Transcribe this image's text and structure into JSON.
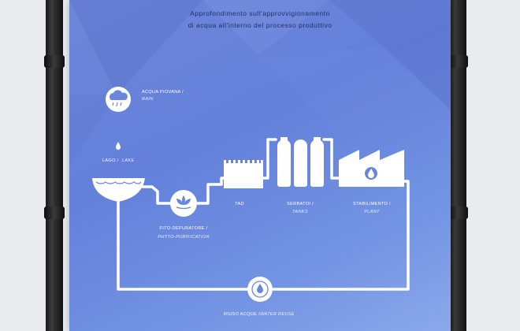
{
  "poster": {
    "subtitle_line1": "Approfondimento sull'approvvigionamento",
    "subtitle_line2": "di acqua all'interno del processo produttivo"
  },
  "diagram": {
    "rain": {
      "label": "ACQUA PIOVANA /",
      "label_en": "RAIN"
    },
    "lake": {
      "label": "LAGO /",
      "label_en": "LAKE"
    },
    "phyto": {
      "label": "FITO-DEPURATORE /",
      "label_en": "PHYTO-PURIFICATION"
    },
    "tad": {
      "label": "TAD"
    },
    "tanks": {
      "label": "SERBATOI /",
      "label_en": "TANKS"
    },
    "plant": {
      "label": "STABILIMENTO /",
      "label_en": "PLANT"
    },
    "reuse": {
      "label": "RIUSO ACQUE /",
      "label_en": "WATER REUSE"
    }
  },
  "colors": {
    "poster_blue": "#6a86db",
    "subtitle": "#20306a",
    "pipe": "#ffffff",
    "pole": "#1c1c1c"
  }
}
